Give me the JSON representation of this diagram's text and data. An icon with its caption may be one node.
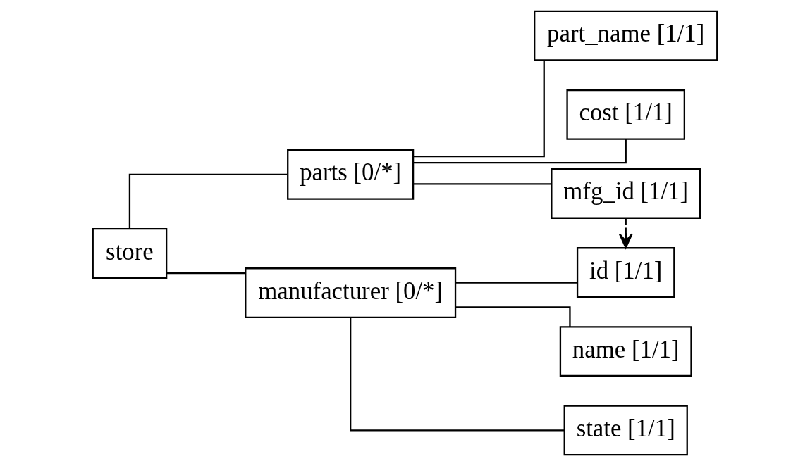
{
  "diagram": {
    "nodes": [
      {
        "text": [
          "store"
        ]
      },
      {
        "text": [
          "parts [0/*]"
        ]
      },
      {
        "text": [
          "part_name [1/1]"
        ]
      },
      {
        "text": [
          "cost [1/1]"
        ]
      },
      {
        "text": [
          "mfg_id [1/1]"
        ]
      },
      {
        "text": [
          "manufacturer [0/*]"
        ]
      },
      {
        "text": [
          "id [1/1]"
        ]
      },
      {
        "text": [
          "name [1/1]"
        ]
      },
      {
        "text": [
          "state [1/1]"
        ]
      }
    ],
    "edges": [
      {
        "from": 0,
        "to": 1,
        "arrow": "none"
      },
      {
        "from": 0,
        "to": 5,
        "arrow": "none"
      },
      {
        "from": 1,
        "to": 2,
        "arrow": "none"
      },
      {
        "from": 1,
        "to": 3,
        "arrow": "none"
      },
      {
        "from": 1,
        "to": 4,
        "arrow": "none"
      },
      {
        "from": 5,
        "to": 6,
        "arrow": "none"
      },
      {
        "from": 5,
        "to": 7,
        "arrow": "none"
      },
      {
        "from": 5,
        "to": 8,
        "arrow": "none"
      },
      {
        "from": 4,
        "to": 6,
        "arrow": "to",
        "style": "dashed"
      }
    ]
  }
}
